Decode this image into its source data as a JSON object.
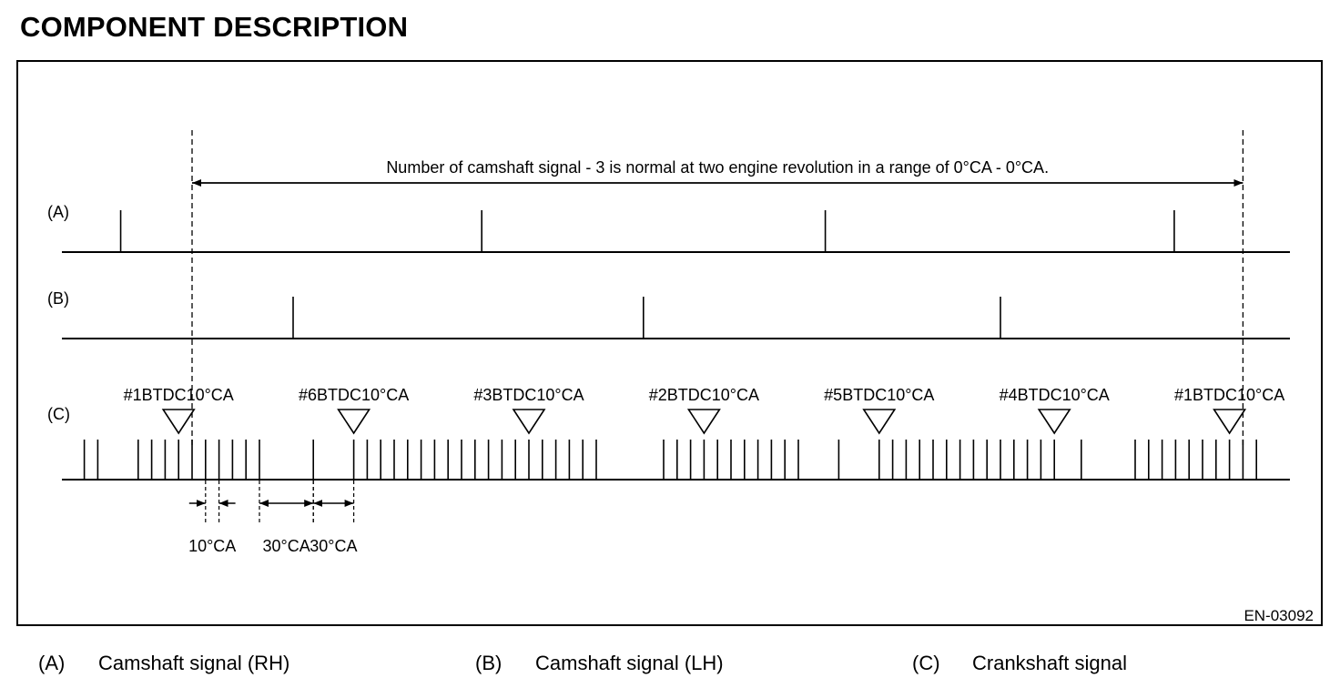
{
  "heading": "COMPONENT DESCRIPTION",
  "range_note": "Number of camshaft signal - 3 is normal at two engine revolution in a range of 0°CA - 0°CA.",
  "figure_code": "EN-03092",
  "signals": [
    {
      "code": "(A)",
      "pulses_deg": [
        -53,
        215,
        470,
        729
      ]
    },
    {
      "code": "(B)",
      "pulses_deg": [
        75,
        335,
        600
      ]
    },
    {
      "code": "(C)",
      "teeth_deg": [
        -80,
        -70,
        -40,
        -30,
        -20,
        -10,
        0,
        10,
        20,
        30,
        40,
        50,
        90,
        120,
        130,
        140,
        150,
        160,
        170,
        180,
        190,
        200,
        210,
        220,
        230,
        240,
        250,
        260,
        270,
        280,
        290,
        300,
        350,
        360,
        370,
        380,
        390,
        400,
        410,
        420,
        430,
        440,
        450,
        480,
        510,
        520,
        530,
        540,
        550,
        560,
        570,
        580,
        590,
        600,
        610,
        620,
        630,
        640,
        660,
        700,
        710,
        720,
        730,
        740,
        750,
        760,
        770,
        780,
        790
      ]
    }
  ],
  "markers": [
    {
      "label": "#1BTDC10°CA",
      "deg": -10
    },
    {
      "label": "#6BTDC10°CA",
      "deg": 120
    },
    {
      "label": "#3BTDC10°CA",
      "deg": 250
    },
    {
      "label": "#2BTDC10°CA",
      "deg": 380
    },
    {
      "label": "#5BTDC10°CA",
      "deg": 510
    },
    {
      "label": "#4BTDC10°CA",
      "deg": 640
    },
    {
      "label": "#1BTDC10°CA",
      "deg": 770
    }
  ],
  "range_deg": [
    0,
    780
  ],
  "dimensions": [
    {
      "label": "10°CA",
      "from_deg": 10,
      "to_deg": 20,
      "style": "outside"
    },
    {
      "label": "30°CA",
      "from_deg": 50,
      "to_deg": 90,
      "style": "inside"
    },
    {
      "label": "30°CA",
      "from_deg": 90,
      "to_deg": 120,
      "style": "inside"
    }
  ],
  "legend": [
    {
      "code": "(A)",
      "text": "Camshaft signal (RH)"
    },
    {
      "code": "(B)",
      "text": "Camshaft signal (LH)"
    },
    {
      "code": "(C)",
      "text": "Crankshaft signal"
    }
  ]
}
